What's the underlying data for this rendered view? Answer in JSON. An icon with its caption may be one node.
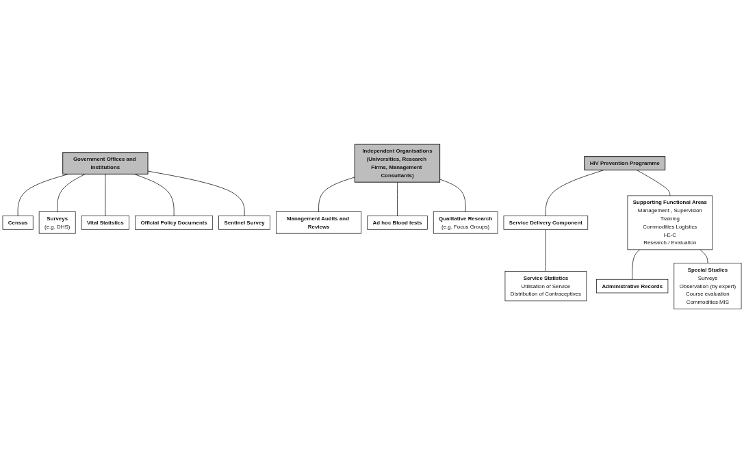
{
  "diagram": {
    "nodes": [
      {
        "text": [
          "Government Offices and Institutions"
        ]
      },
      {
        "text": [
          "Census"
        ]
      },
      {
        "text": [
          "Surveys",
          "(e.g. DHS)"
        ]
      },
      {
        "text": [
          "Vital Statistics"
        ]
      },
      {
        "text": [
          "Official Policy Documents"
        ]
      },
      {
        "text": [
          "Sentinel Survey"
        ]
      },
      {
        "text": [
          "Independent Organisations",
          "(Universities, Research Firms, Management Consultants)"
        ]
      },
      {
        "text": [
          "Management Audits and Reviews"
        ]
      },
      {
        "text": [
          "Ad hoc Blood tests"
        ]
      },
      {
        "text": [
          "Qualitative Research",
          "(e.g. Focus Groups)"
        ]
      },
      {
        "text": [
          "HIV Prevention Programme"
        ]
      },
      {
        "text": [
          "Supporting Functional Areas",
          "Management , Supervision",
          "Training",
          "Commodities Logistics",
          "I-E-C",
          "Research / Evaluation"
        ]
      },
      {
        "text": [
          "Service Delivery Component"
        ]
      },
      {
        "text": [
          "Service Statistics",
          "Utilisation of Service",
          "Distribution of Contraceptives"
        ]
      },
      {
        "text": [
          "Special Studies",
          "Surveys",
          "Observation (by expert)",
          "Course evaluation",
          "Commodities MIS"
        ]
      },
      {
        "text": [
          "Administrative Records"
        ]
      }
    ],
    "edges": [
      {
        "from": 0,
        "to": 1,
        "arrow": "none"
      },
      {
        "from": 0,
        "to": 5,
        "arrow": "none"
      },
      {
        "from": 0,
        "to": 3,
        "arrow": "none"
      },
      {
        "from": 0,
        "to": 4,
        "arrow": "none"
      },
      {
        "from": 0,
        "to": 2,
        "arrow": "none"
      },
      {
        "from": 6,
        "to": 8,
        "arrow": "none"
      },
      {
        "from": 6,
        "to": 9,
        "arrow": "none"
      },
      {
        "from": 6,
        "to": 7,
        "arrow": "none"
      },
      {
        "from": 10,
        "to": 12,
        "arrow": "none"
      },
      {
        "from": 12,
        "to": 13,
        "arrow": "none"
      },
      {
        "from": 10,
        "to": 11,
        "arrow": "none"
      },
      {
        "from": 11,
        "to": 15,
        "arrow": "none"
      },
      {
        "from": 11,
        "to": 14,
        "arrow": "none"
      }
    ]
  }
}
